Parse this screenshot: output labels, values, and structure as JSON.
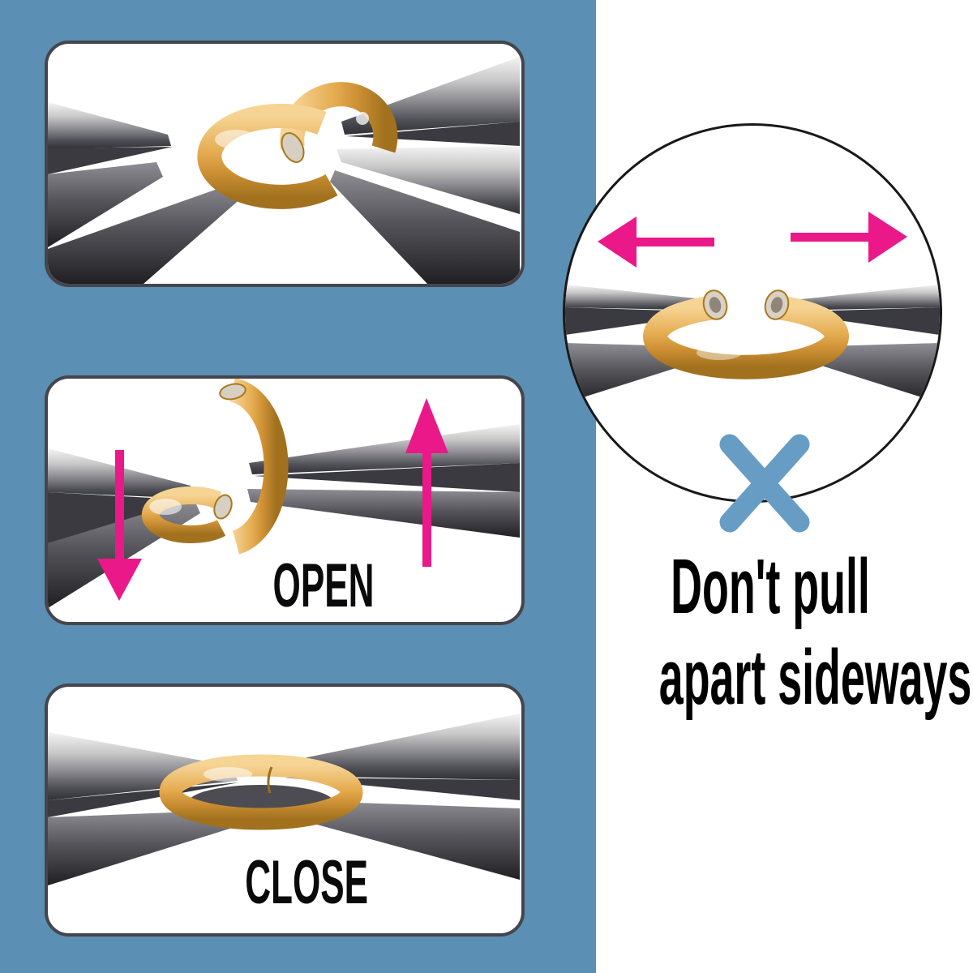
{
  "steps": {
    "open_label": "OPEN",
    "close_label": "CLOSE"
  },
  "warning": {
    "line1": "Don't pull",
    "line2": "apart sideways"
  },
  "colors": {
    "background_blue": "#5B8FB4",
    "arrow_pink": "#EB1889",
    "ring_gold": "#DFA74B",
    "x_mark_blue": "#679DC5",
    "panel_border": "#45454D",
    "circle_border": "#191919"
  }
}
